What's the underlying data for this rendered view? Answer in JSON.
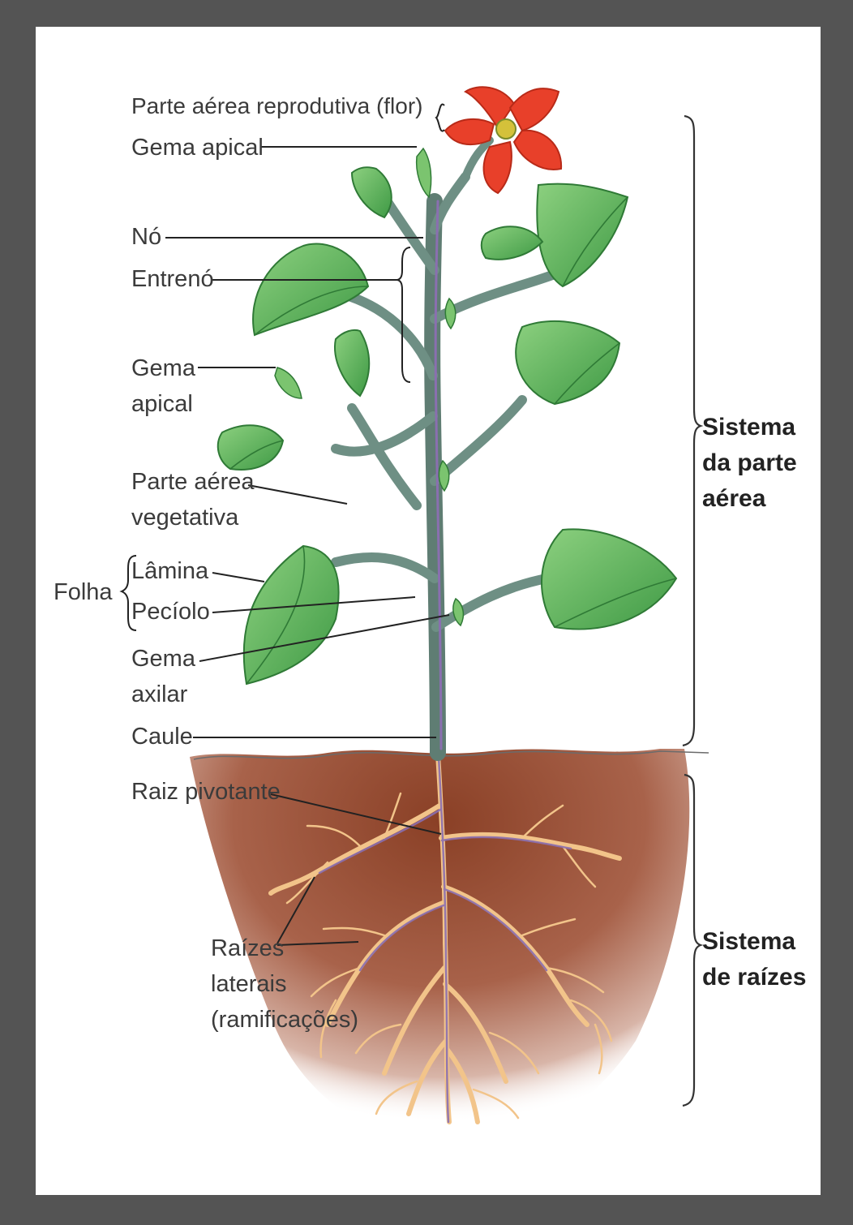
{
  "labels": {
    "flower": "Parte aérea reprodutiva (flor)",
    "apical_bud_top": "Gema apical",
    "node": "Nó",
    "internode": "Entrenó",
    "apical_bud_side_1": "Gema",
    "apical_bud_side_2": "apical",
    "vegetative_shoot_1": "Parte aérea",
    "vegetative_shoot_2": "vegetativa",
    "leaf": "Folha",
    "blade": "Lâmina",
    "petiole": "Pecíolo",
    "axillary_bud_1": "Gema",
    "axillary_bud_2": "axilar",
    "stem": "Caule",
    "taproot": "Raiz pivotante",
    "lateral_roots_1": "Raízes",
    "lateral_roots_2": "laterais",
    "lateral_roots_3": "(ramificações)"
  },
  "systems": {
    "shoot_1": "Sistema",
    "shoot_2": "da parte",
    "shoot_3": "aérea",
    "root_1": "Sistema",
    "root_2": "de raízes"
  },
  "colors": {
    "frame": "#545454",
    "background": "#ffffff",
    "stem": "#5f7d73",
    "leaf": "#5fae5a",
    "leaf_dark": "#3f8a3f",
    "flower": "#e8402a",
    "soil": "#8f4a2e",
    "root": "#f2c48a"
  }
}
